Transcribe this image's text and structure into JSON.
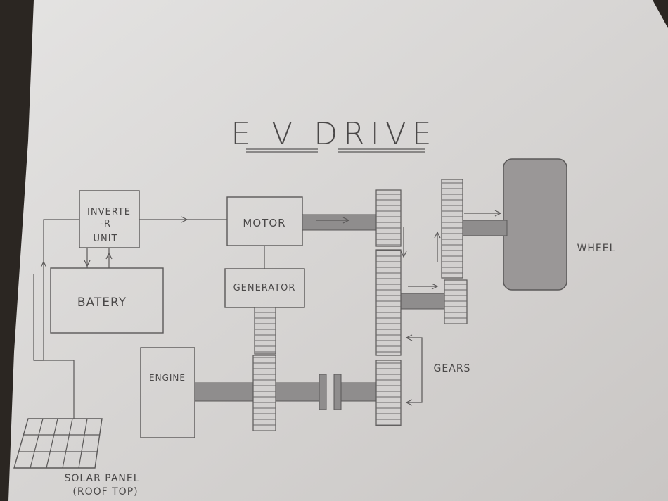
{
  "title": "E V DRIVE",
  "blocks": {
    "inverter": [
      "INVERTE",
      "-R",
      "UNIT"
    ],
    "battery": "BATERY",
    "motor": "MOTOR",
    "generator": "GENERATOR",
    "engine": "ENGINE",
    "wheel": "WHEEL",
    "gears": "GEARS",
    "solar": [
      "SOLAR PANEL",
      "(ROOF TOP)"
    ]
  },
  "colors": {
    "paper": "#dcdad9",
    "ink": "#5a5858",
    "shading": "#8f8d8d",
    "background": "#2b2622"
  }
}
